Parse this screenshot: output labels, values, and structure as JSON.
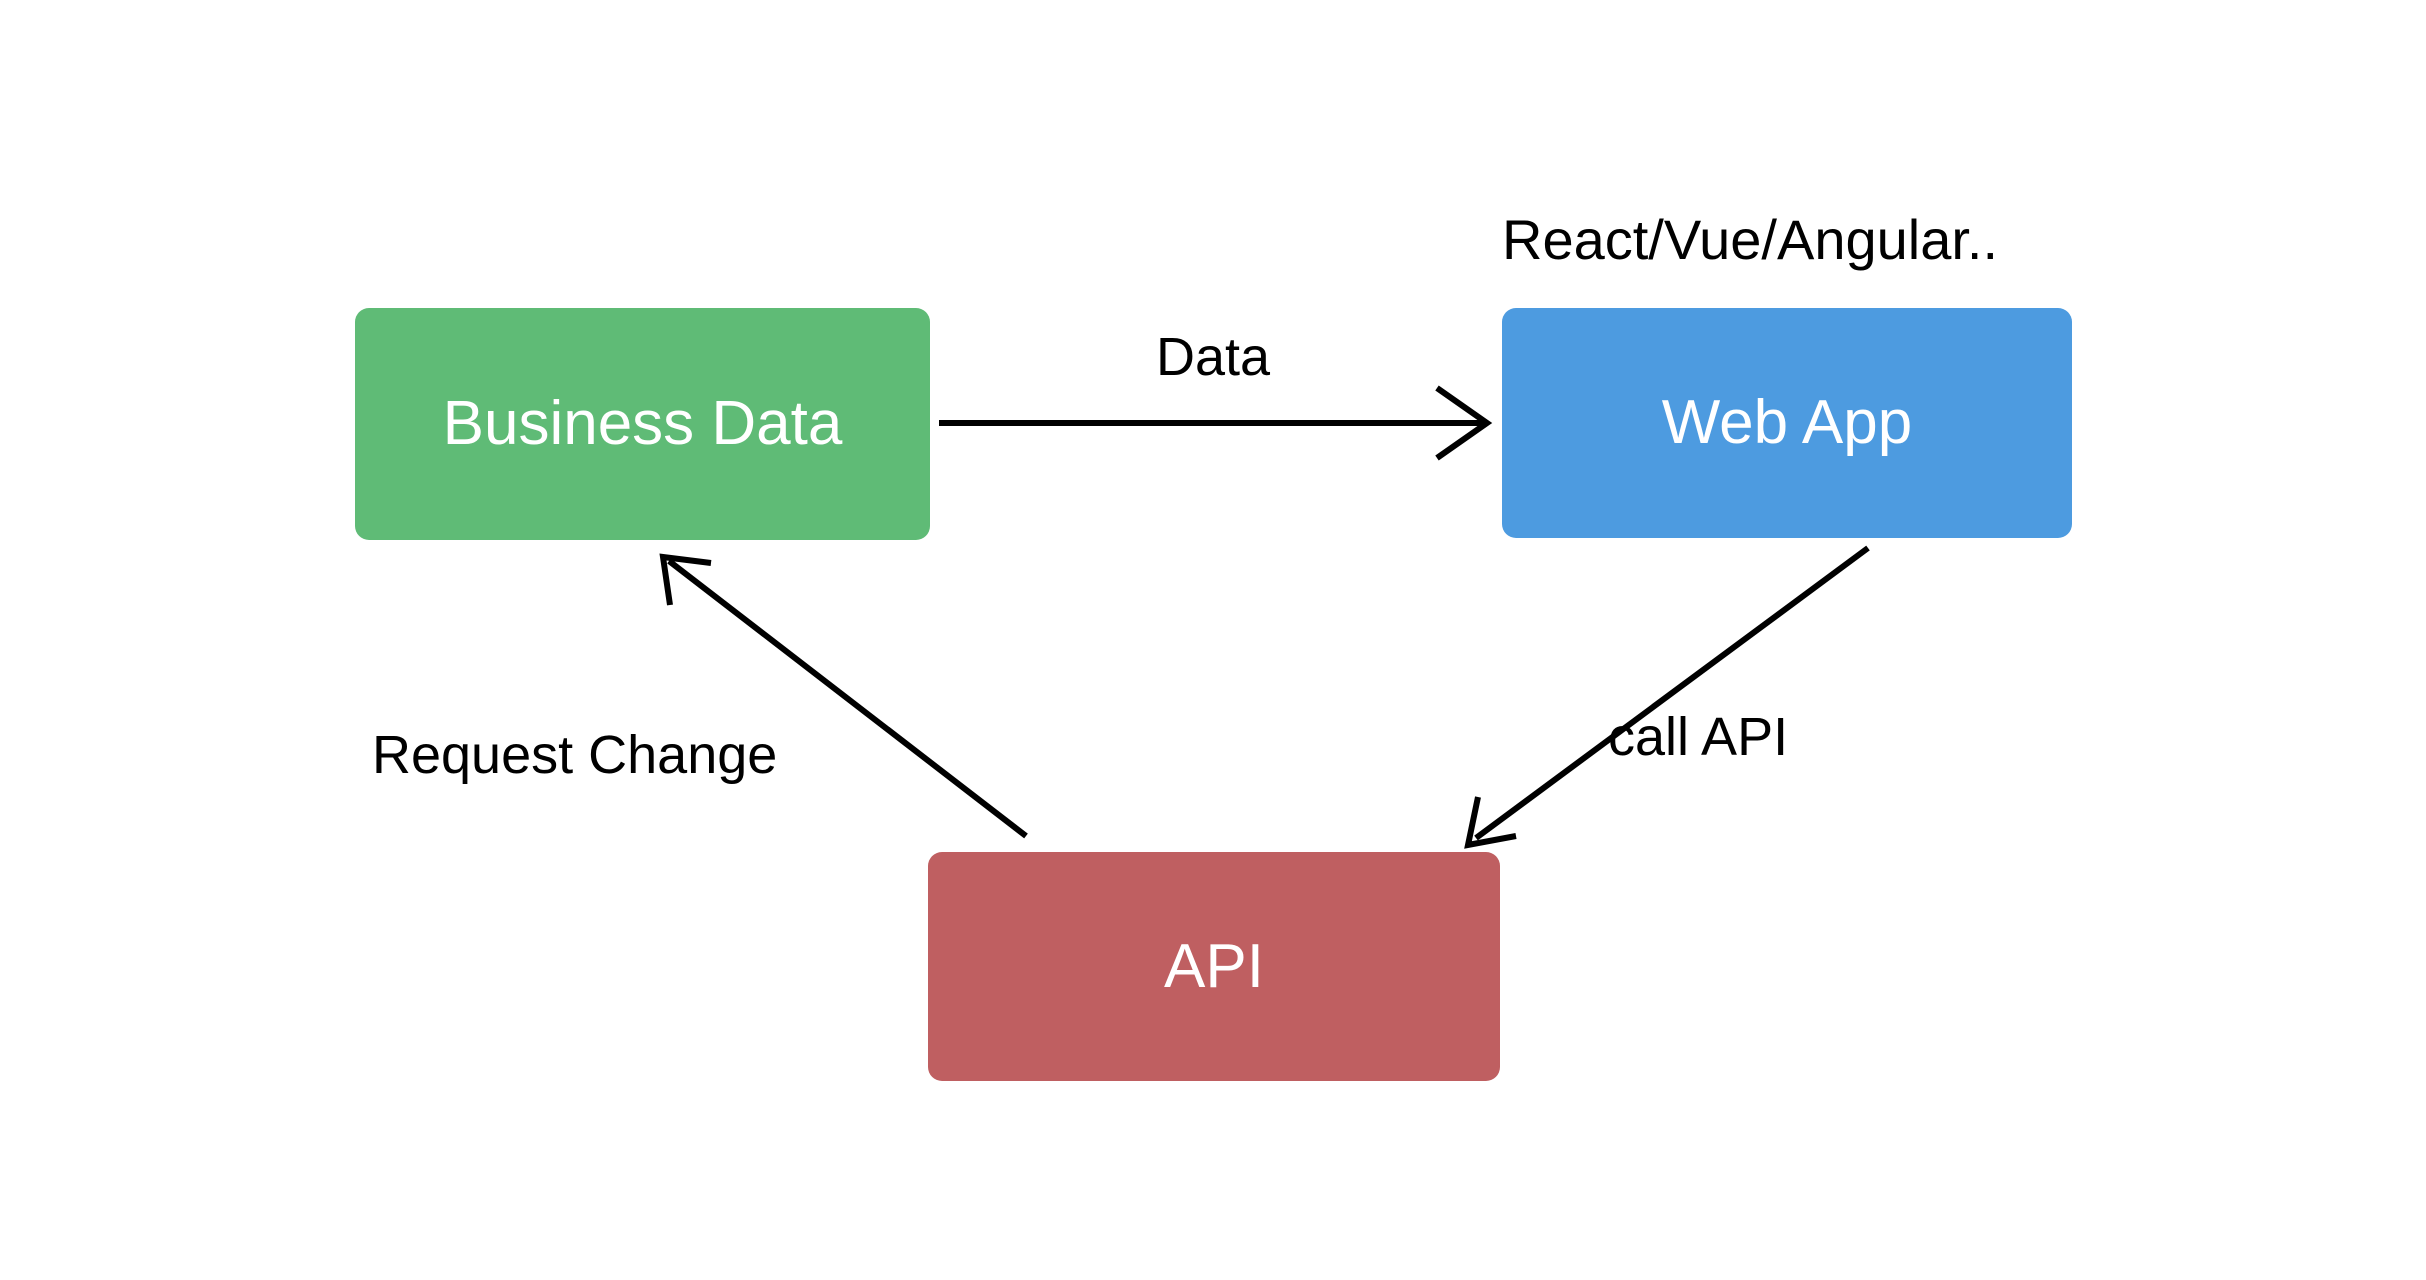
{
  "diagram": {
    "title": "Web App / API / Business Data flow",
    "background_color": "#ffffff",
    "nodes": [
      {
        "id": "business-data",
        "label": "Business Data",
        "fill": "#5FBB76",
        "text_color": "#ffffff"
      },
      {
        "id": "web-app",
        "label": "Web App",
        "fill": "#4D9BE0",
        "text_color": "#ffffff"
      },
      {
        "id": "api",
        "label": "API",
        "fill": "#BF5F61",
        "text_color": "#ffffff"
      }
    ],
    "annotations": [
      {
        "id": "frameworks",
        "text": "React/Vue/Angular..",
        "color": "#000000"
      }
    ],
    "edges": [
      {
        "id": "data-edge",
        "label": "Data",
        "from": "business-data",
        "to": "web-app",
        "color": "#000000"
      },
      {
        "id": "call-api-edge",
        "label": "call API",
        "from": "web-app",
        "to": "api",
        "color": "#000000"
      },
      {
        "id": "request-change-edge",
        "label": "Request Change",
        "from": "api",
        "to": "business-data",
        "color": "#000000"
      }
    ]
  }
}
